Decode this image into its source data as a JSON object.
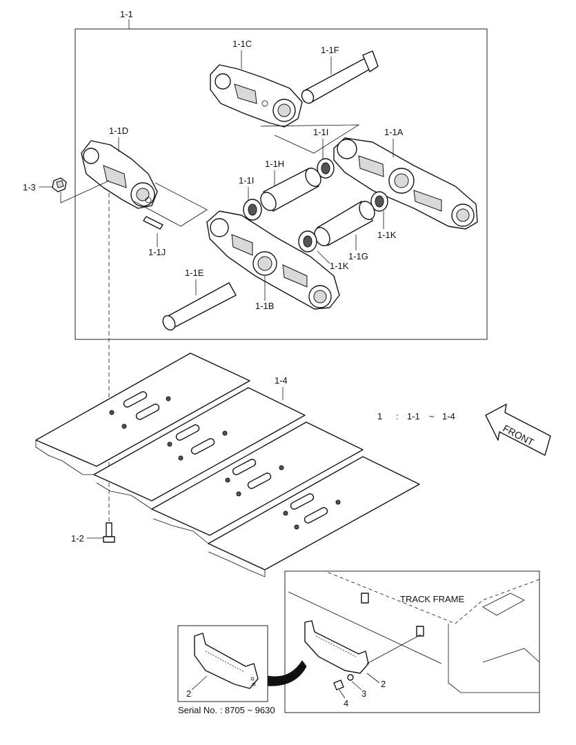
{
  "labels": {
    "assembly": "1-1",
    "link_c": "1-1C",
    "pin_f": "1-1F",
    "link_d": "1-1D",
    "seal_i_top": "1-1I",
    "link_a": "1-1A",
    "bushing_h": "1-1H",
    "seal_i_mid": "1-1I",
    "nut": "1-3",
    "spacer_k_right": "1-1K",
    "lock_j": "1-1J",
    "bushing_g": "1-1G",
    "spacer_k_mid": "1-1K",
    "pin_e": "1-1E",
    "link_b": "1-1B",
    "shoe": "1-4",
    "bolt": "1-2",
    "guard": "2",
    "washer": "3",
    "screw": "4",
    "guard_inset": "2"
  },
  "note": {
    "a": "1",
    "sep": ":",
    "b": "1-1",
    "tilde": "~",
    "c": "1-4"
  },
  "front": "FRONT",
  "track_frame": "TRACK FRAME",
  "serial": "Serial No. : 8705 ~ 9630"
}
